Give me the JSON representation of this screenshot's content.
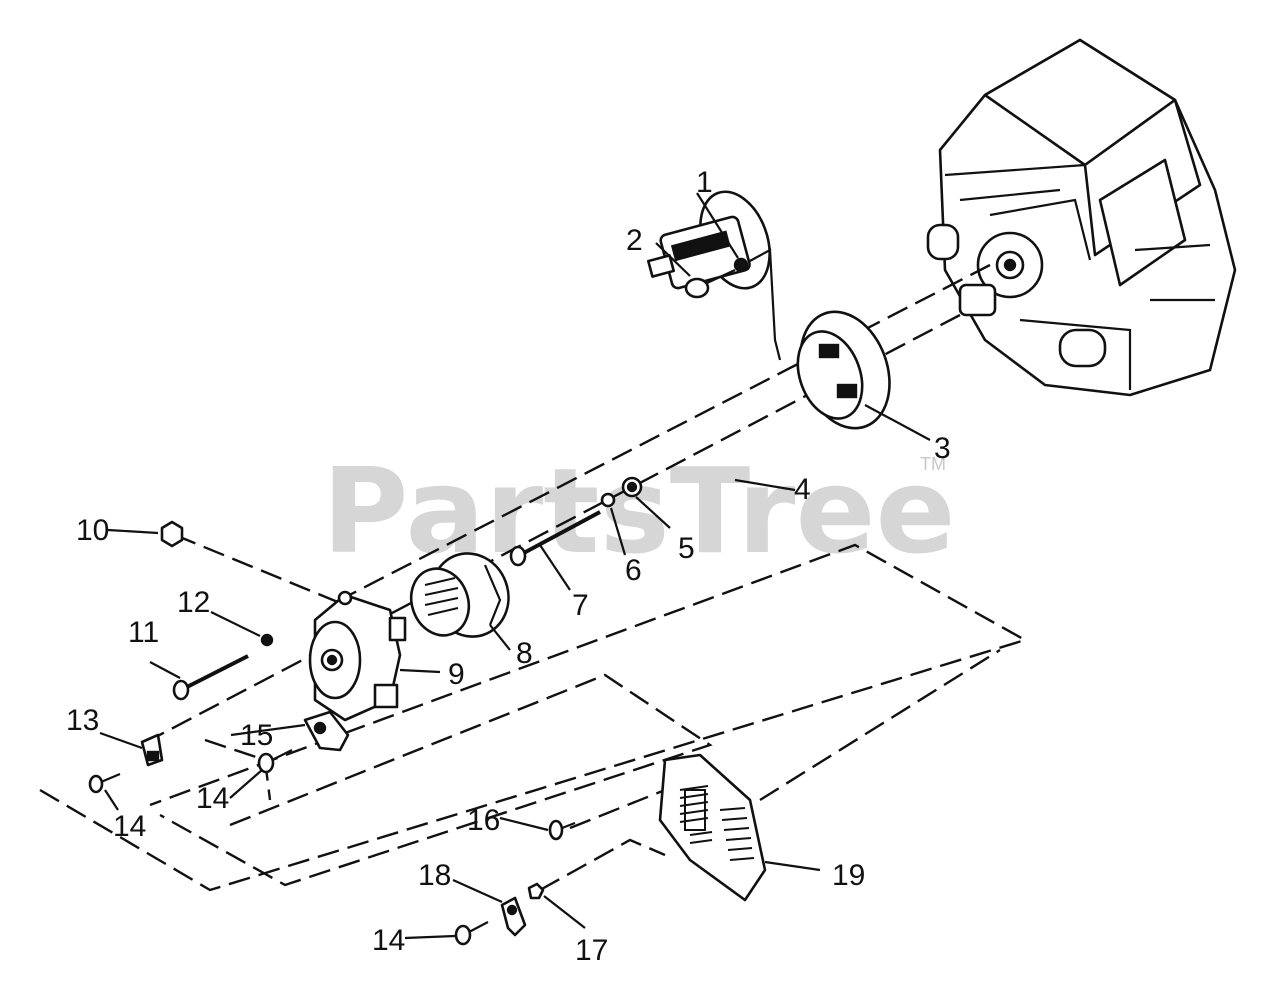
{
  "watermark": {
    "text": "PartsTree",
    "tm": "TM"
  },
  "callouts": [
    "1",
    "2",
    "3",
    "4",
    "5",
    "6",
    "7",
    "8",
    "9",
    "10",
    "11",
    "12",
    "13",
    "14",
    "14",
    "14",
    "14",
    "15",
    "16",
    "17",
    "18",
    "19"
  ]
}
